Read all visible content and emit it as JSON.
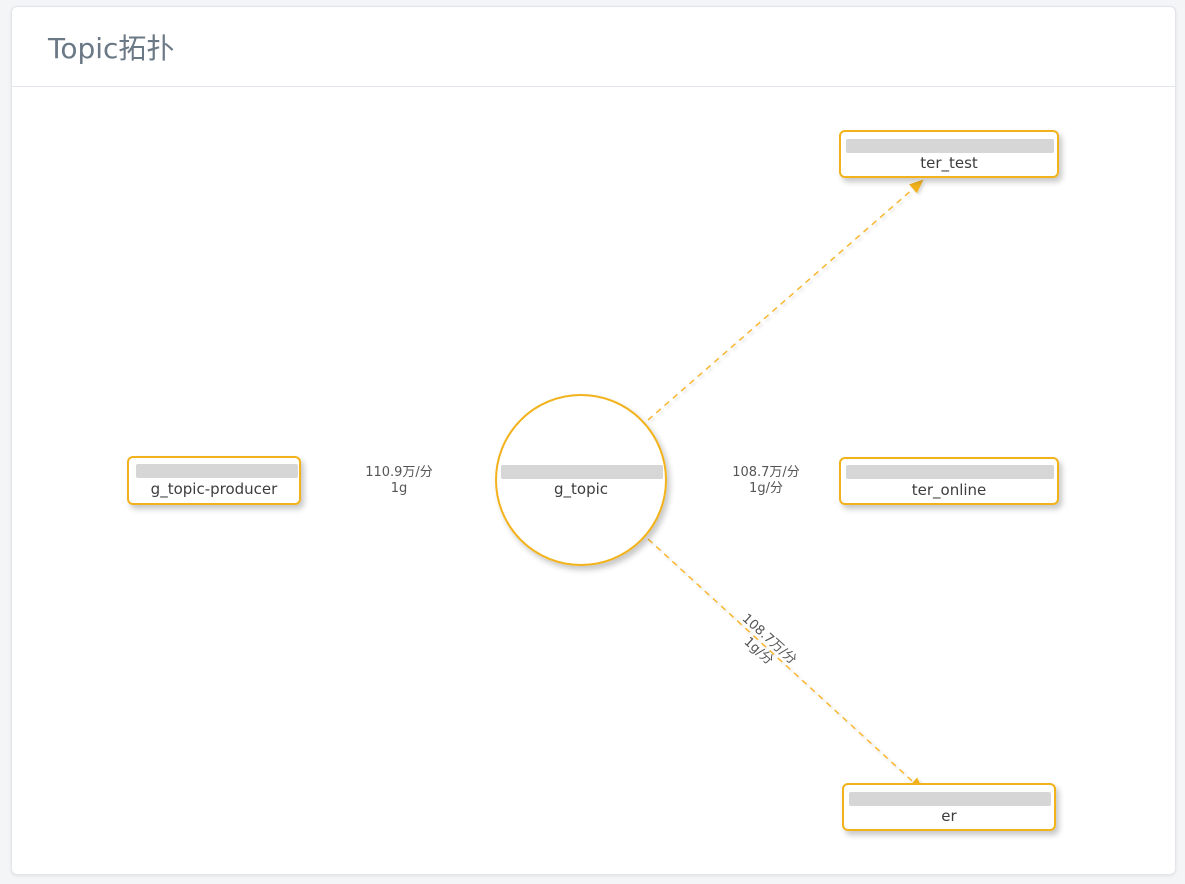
{
  "panel": {
    "title": "Topic拓扑"
  },
  "colors": {
    "accent": "#f2b21b",
    "edge": "#f7b731",
    "text": "#3d3d3d"
  },
  "nodes": {
    "producer": {
      "label": "g_topic-producer",
      "shape": "rect"
    },
    "topic": {
      "label": "g_topic",
      "shape": "circle"
    },
    "consumer_test": {
      "label": "ter_test",
      "shape": "rect"
    },
    "consumer_online": {
      "label": "ter_online",
      "shape": "rect"
    },
    "consumer_er": {
      "label": "er",
      "shape": "rect"
    }
  },
  "edges": {
    "producer_to_topic": {
      "line1": "110.9万/分",
      "line2": "1g"
    },
    "topic_to_online": {
      "line1": "108.7万/分",
      "line2": "1g/分"
    },
    "topic_to_er": {
      "line1": "108.7万/分",
      "line2": "1g/分"
    },
    "topic_to_test": {
      "line1": "",
      "line2": ""
    }
  }
}
